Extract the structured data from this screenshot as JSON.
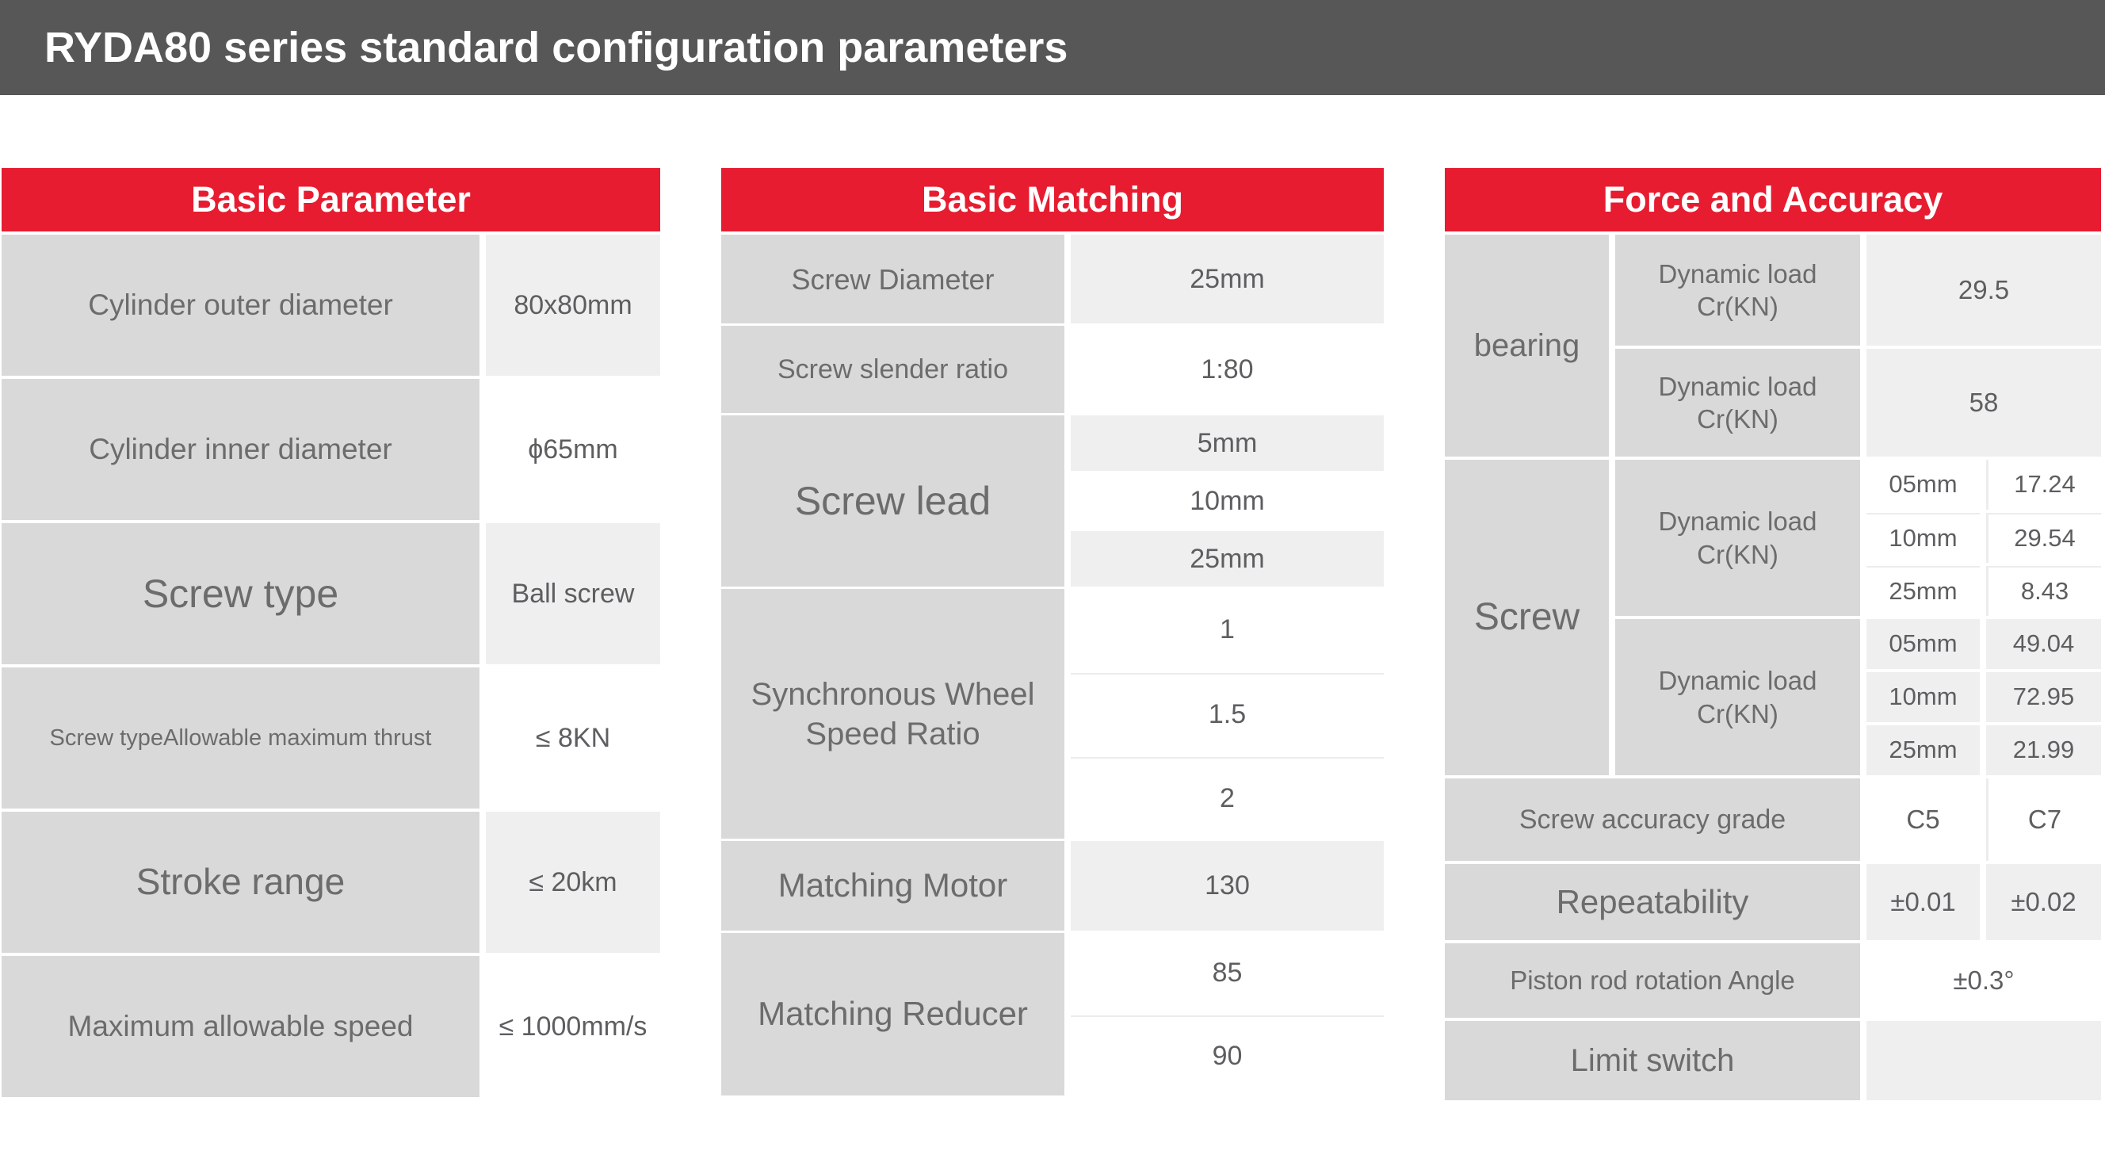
{
  "page": {
    "title": "RYDA80 series standard configuration parameters"
  },
  "colors": {
    "accent_red": "#e71c30",
    "title_bar_gray": "#575757",
    "label_cell_gray": "#d9d9d9",
    "value_cell_light": "#efefef",
    "value_cell_white": "#ffffff",
    "label_text": "#6c6c6c",
    "value_text": "#5d5e60",
    "header_text": "#ffffff"
  },
  "tables": [
    {
      "header": "Basic Parameter",
      "rows": [
        {
          "label": "Cylinder outer diameter",
          "value": "80x80mm",
          "bg": "light"
        },
        {
          "label": "Cylinder inner diameter",
          "value": "ϕ65mm",
          "bg": "white"
        },
        {
          "label": "Screw type",
          "value": "Ball screw",
          "bg": "light"
        },
        {
          "label": "Screw typeAllowable maximum thrust",
          "value": "≤ 8KN",
          "bg": "white"
        },
        {
          "label": "Stroke range",
          "value": "≤ 20km",
          "bg": "light"
        },
        {
          "label": "Maximum allowable speed",
          "value": "≤ 1000mm/s",
          "bg": "white"
        }
      ]
    },
    {
      "header": "Basic Matching",
      "rows": [
        {
          "label": "Screw Diameter",
          "values": [
            {
              "text": "25mm",
              "bg": "light"
            }
          ]
        },
        {
          "label": "Screw slender ratio",
          "values": [
            {
              "text": "1:80",
              "bg": "white"
            }
          ]
        },
        {
          "label": "Screw lead",
          "values": [
            {
              "text": "5mm",
              "bg": "light"
            },
            {
              "text": "10mm",
              "bg": "white"
            },
            {
              "text": "25mm",
              "bg": "light"
            }
          ]
        },
        {
          "label": "Synchronous Wheel Speed Ratio",
          "values": [
            {
              "text": "1",
              "bg": "white"
            },
            {
              "text": "1.5",
              "bg": "white",
              "sep": true
            },
            {
              "text": "2",
              "bg": "white",
              "sep": true
            }
          ]
        },
        {
          "label": "Matching Motor",
          "values": [
            {
              "text": "130",
              "bg": "light"
            }
          ]
        },
        {
          "label": "Matching Reducer",
          "values": [
            {
              "text": "85",
              "bg": "white"
            },
            {
              "text": "90",
              "bg": "white",
              "sep": true
            }
          ]
        }
      ]
    },
    {
      "header": "Force and Accuracy",
      "groups": [
        {
          "label": "bearing",
          "rows": [
            {
              "sub_label": "Dynamic load Cr(KN)",
              "value": "29.5",
              "bg": "light"
            },
            {
              "sub_label": "Dynamic load Cr(KN)",
              "value": "58",
              "bg": "light"
            }
          ]
        },
        {
          "label": "Screw",
          "sections": [
            {
              "sub_label": "Dynamic load Cr(KN)",
              "bg": "white",
              "entries": [
                {
                  "size": "05mm",
                  "value": "17.24"
                },
                {
                  "size": "10mm",
                  "value": "29.54"
                },
                {
                  "size": "25mm",
                  "value": "8.43"
                }
              ]
            },
            {
              "sub_label": "Dynamic load Cr(KN)",
              "bg": "light",
              "entries": [
                {
                  "size": "05mm",
                  "value": "49.04"
                },
                {
                  "size": "10mm",
                  "value": "72.95"
                },
                {
                  "size": "25mm",
                  "value": "21.99"
                }
              ]
            }
          ]
        }
      ],
      "simple_rows": [
        {
          "label": "Screw accuracy grade",
          "values": [
            "C5",
            "C7"
          ],
          "bg": "white"
        },
        {
          "label": "Repeatability",
          "values": [
            "±0.01",
            "±0.02"
          ],
          "bg": "light"
        },
        {
          "label": "Piston rod rotation Angle",
          "values": [
            "±0.3°"
          ],
          "bg": "white"
        },
        {
          "label": "Limit switch",
          "values": [
            ""
          ],
          "bg": "light"
        }
      ]
    }
  ]
}
